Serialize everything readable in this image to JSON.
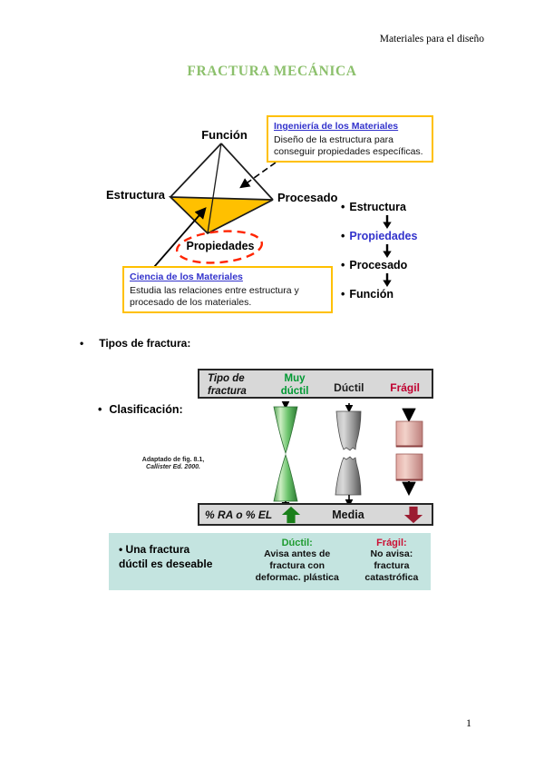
{
  "page": {
    "header_right": "Materiales para el diseño",
    "title": "FRACTURA MECÁNICA",
    "page_number": "1",
    "bullet_glyph": "•"
  },
  "tetrahedron": {
    "vertex_top": "Función",
    "vertex_left": "Estructura",
    "vertex_right": "Procesado",
    "vertex_bottom": "Propiedades"
  },
  "engineering_box": {
    "title": "Ingeniería de los Materiales",
    "body": "Diseño de la estructura para conseguir propiedades específicas."
  },
  "science_box": {
    "title": "Ciencia de los Materiales",
    "body": "Estudia las relaciones entre estructura y procesado de los materiales."
  },
  "flow_list": {
    "items": [
      {
        "label": "Estructura"
      },
      {
        "label": "Propiedades"
      },
      {
        "label": "Procesado"
      },
      {
        "label": "Función"
      }
    ]
  },
  "sections": {
    "tipos": "Tipos de fractura:",
    "clasificacion": "Clasificación:"
  },
  "citation": {
    "line1": "Adaptado de fig. 8.1,",
    "line2": "Callister Ed. 2000."
  },
  "fracture_figure": {
    "header": {
      "col0_line1": "Tipo de",
      "col0_line2": "fractura",
      "col1": "Muy dúctil",
      "col2": "Dúctil",
      "col3": "Frágil"
    },
    "footer": {
      "label": "% RA o % EL",
      "middle": "Media"
    }
  },
  "summary_box": {
    "left_line1": "• Una fractura",
    "left_line2": "dúctil es deseable",
    "ductil_title": "Dúctil:",
    "ductil_lines": [
      "Avisa antes de",
      "fractura con",
      "deformac. plástica"
    ],
    "fragil_title": "Frágil:",
    "fragil_lines": [
      "No avisa:",
      "fractura",
      "catastrófica"
    ]
  },
  "colors": {
    "title_green": "#8cc06c",
    "accent_gold": "#ffc000",
    "link_blue": "#3333cc",
    "highlight_red": "#ff2400",
    "very_ductile_green": "#009933",
    "fragile_red": "#c00030",
    "arrow_green": "#1a7f1a",
    "arrow_red": "#9b1c31",
    "summary_bg": "#c4e4e0",
    "bar_gray": "#d8d8d8"
  }
}
